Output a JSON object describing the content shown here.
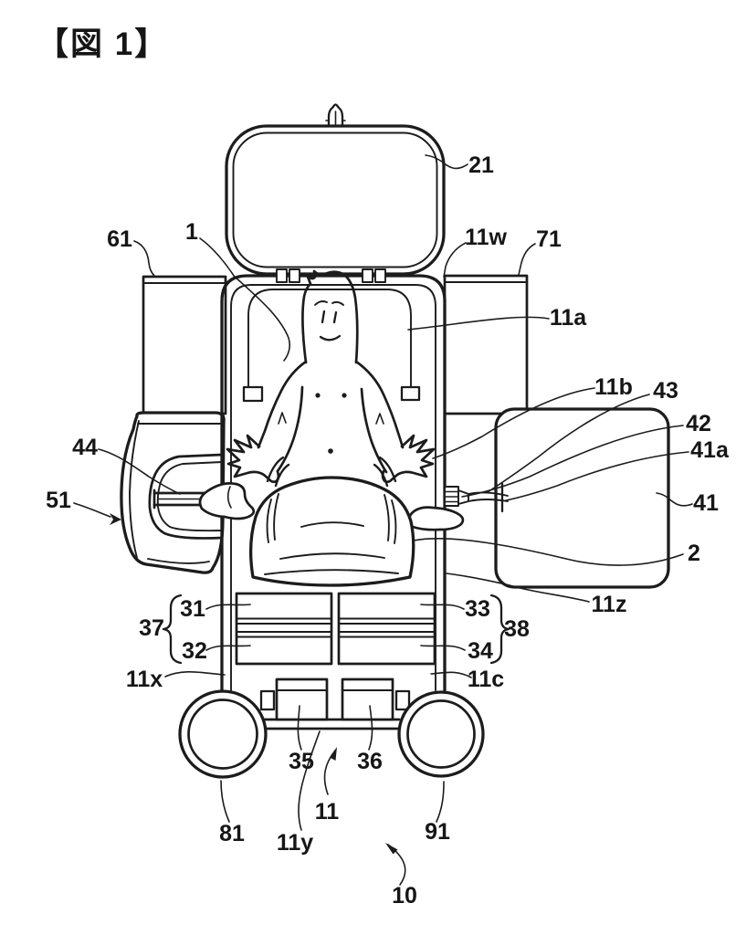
{
  "page": {
    "background": "#ffffff",
    "ink": "#1c1c1c"
  },
  "figure": {
    "caption": "【図 1】",
    "reference_labels": {
      "r1": "1",
      "r2": "2",
      "r10": "10",
      "r11": "11",
      "r11a": "11a",
      "r11b": "11b",
      "r11c": "11c",
      "r11w": "11w",
      "r11x": "11x",
      "r11y": "11y",
      "r11z": "11z",
      "r21": "21",
      "r31": "31",
      "r32": "32",
      "r33": "33",
      "r34": "34",
      "r35": "35",
      "r36": "36",
      "r37": "37",
      "r38": "38",
      "r41": "41",
      "r41a": "41a",
      "r42": "42",
      "r43": "43",
      "r44": "44",
      "r51": "51",
      "r61": "61",
      "r71": "71",
      "r81": "81",
      "r91": "91"
    }
  }
}
